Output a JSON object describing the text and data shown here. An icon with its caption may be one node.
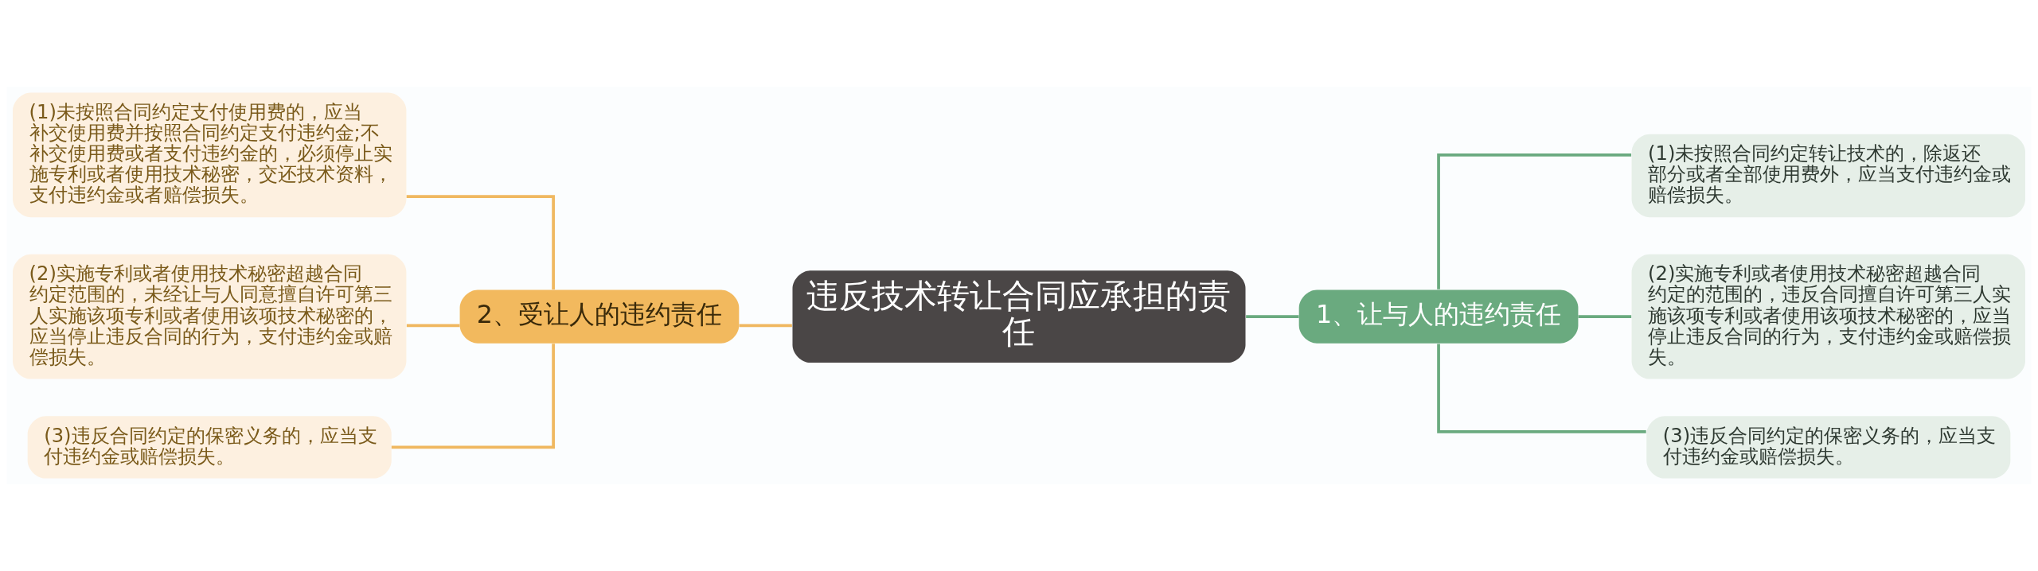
{
  "diagram": {
    "nodes": [
      {
        "text": [
          "违反技术转让合同应承担的责任"
        ]
      },
      {
        "text": [
          "1、让与人的违约责任"
        ]
      },
      {
        "text": [
          "(1)未按照合同约定转让技术的，除返还部分或者全部使用费外，应当支付违约金或赔偿损失。"
        ]
      },
      {
        "text": [
          "(2)实施专利或者使用技术秘密超越合同约定的范围的，违反合同擅自许可第三人实施该项专利或者使用该项技术秘密的，应当停止违反合同的行为，支付违约金或赔偿损失。"
        ]
      },
      {
        "text": [
          "(3)违反合同约定的保密义务的，应当支付违约金或赔偿损失。"
        ]
      },
      {
        "text": [
          "2、受让人的违约责任"
        ]
      },
      {
        "text": [
          "(1)未按照合同约定支付使用费的，应当补交使用费并按照合同约定支付违约金;不补交使用费或者支付违约金的，必须停止实施专利或者使用技术秘密，交还技术资料，支付违约金或者赔偿损失。"
        ]
      },
      {
        "text": [
          "(2)实施专利或者使用技术秘密超越合同约定范围的，未经让与人同意擅自许可第三人实施该项专利或者使用该项技术秘密的，应当停止违反合同的行为，支付违约金或赔偿损失。"
        ]
      },
      {
        "text": [
          "(3)违反合同约定的保密义务的，应当支付违约金或赔偿损失。"
        ]
      }
    ],
    "edges": [
      {
        "from": 0,
        "to": 1,
        "arrow": "none",
        "color": "#6aaa7f"
      },
      {
        "from": 1,
        "to": 2,
        "arrow": "none",
        "color": "#6aaa7f"
      },
      {
        "from": 1,
        "to": 3,
        "arrow": "none",
        "color": "#6aaa7f"
      },
      {
        "from": 1,
        "to": 4,
        "arrow": "none",
        "color": "#6aaa7f"
      },
      {
        "from": 0,
        "to": 5,
        "arrow": "none",
        "color": "#f0b860"
      },
      {
        "from": 5,
        "to": 6,
        "arrow": "none",
        "color": "#f0b860"
      },
      {
        "from": 5,
        "to": 7,
        "arrow": "none",
        "color": "#f0b860"
      },
      {
        "from": 5,
        "to": 8,
        "arrow": "none",
        "color": "#f0b860"
      }
    ]
  }
}
